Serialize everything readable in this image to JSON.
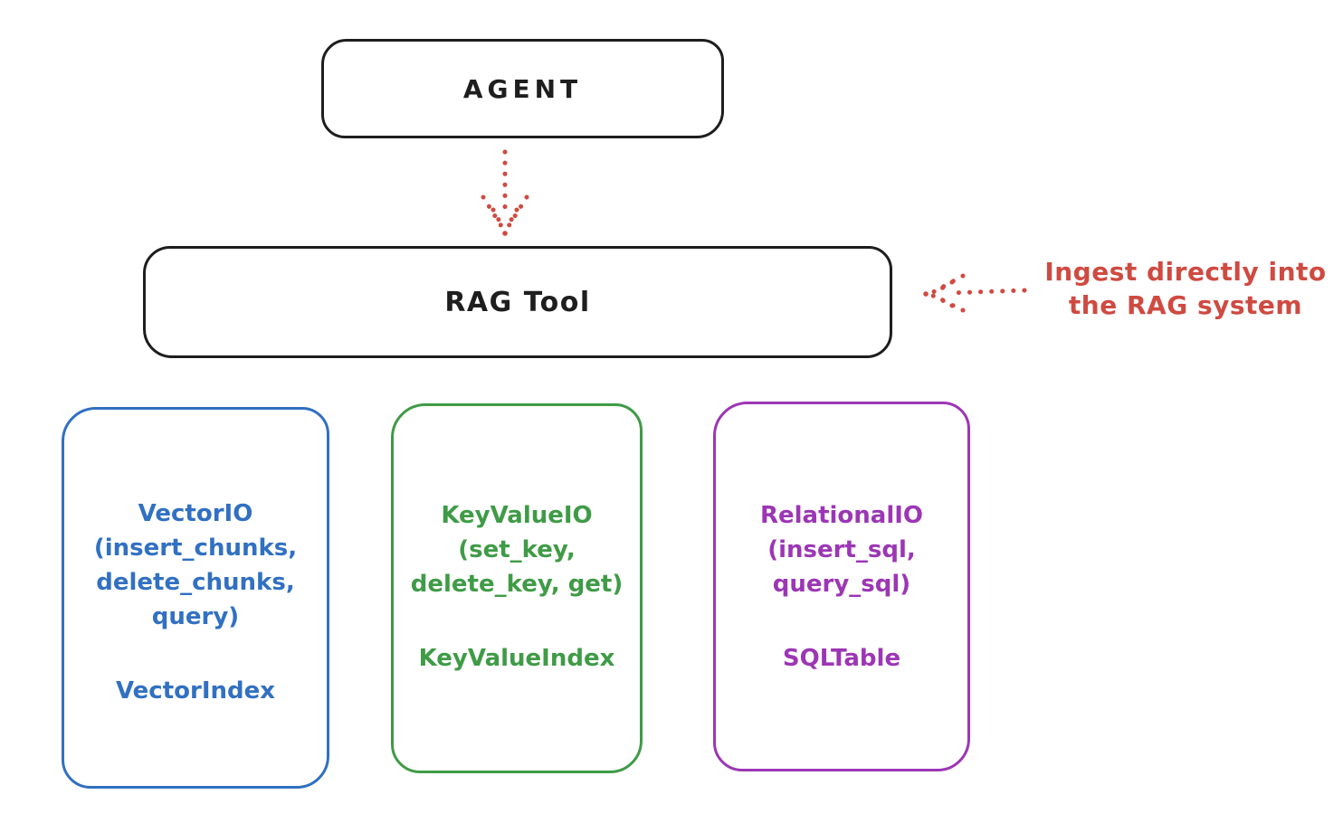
{
  "colors": {
    "ink": "#1e1e1e",
    "red": "#cf4a41",
    "blue": "#3170c2",
    "green": "#3f9b46",
    "purple": "#9c36b5",
    "background": "#ffffff"
  },
  "agent_box": {
    "label": "AGENT"
  },
  "rag_tool_box": {
    "label": "RAG Tool"
  },
  "agent_arrow": {
    "icon": "dotted-arrow-down-icon"
  },
  "annotation": {
    "icon": "dotted-arrow-left-icon",
    "line1": "Ingest directly into",
    "line2": "the RAG system"
  },
  "stores": [
    {
      "id": "vector-io",
      "color": "#3170c2",
      "lines": [
        "VectorIO",
        "(insert_chunks,",
        "delete_chunks,",
        "query)"
      ],
      "index_label": "VectorIndex"
    },
    {
      "id": "key-value-io",
      "color": "#3f9b46",
      "lines": [
        "KeyValueIO",
        "(set_key,",
        "delete_key, get)"
      ],
      "index_label": "KeyValueIndex"
    },
    {
      "id": "relational-io",
      "color": "#9c36b5",
      "lines": [
        "RelationalIO",
        "(insert_sql,",
        "query_sql)"
      ],
      "index_label": "SQLTable"
    }
  ]
}
